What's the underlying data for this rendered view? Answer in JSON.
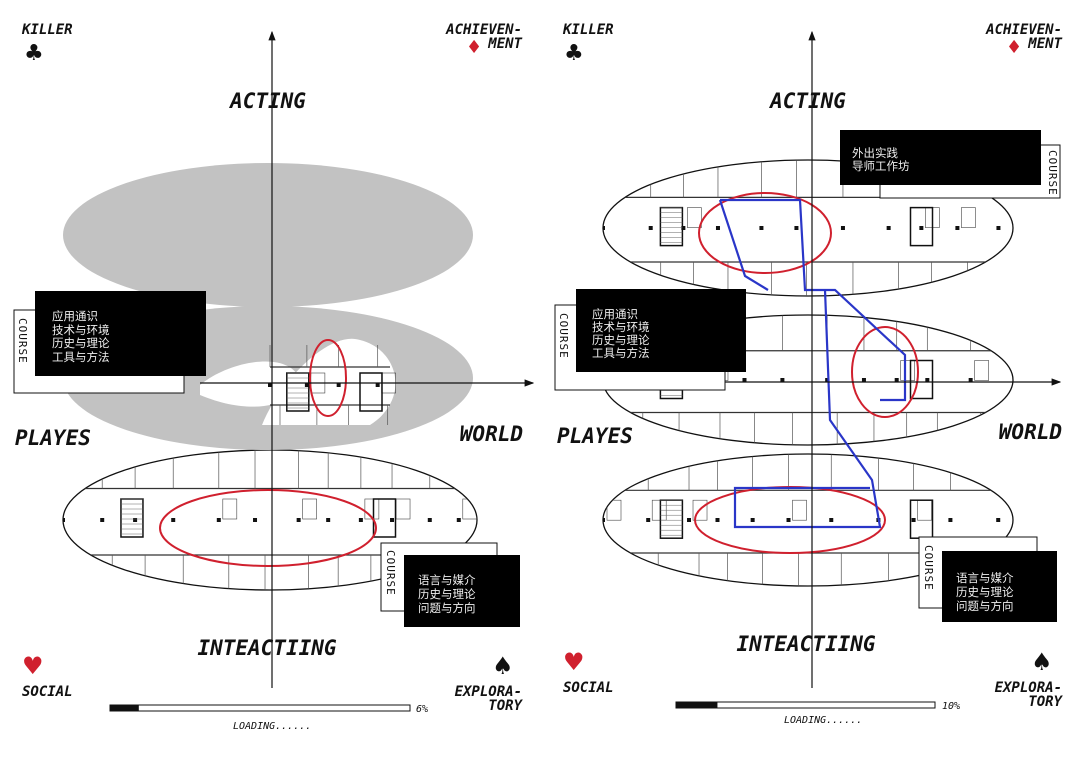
{
  "panels": [
    {
      "corner_labels": {
        "top_left": "KILLER",
        "top_right_1": "ACHIEVEN-",
        "top_right_2": "MENT",
        "bottom_left": "SOCIAL",
        "bottom_right_1": "EXPLORA-",
        "bottom_right_2": "TORY"
      },
      "axis_labels": {
        "top": "ACTING",
        "left": "PLAYES",
        "right": "WORLD",
        "bottom": "INTEACTIING"
      },
      "course_boxes": [
        {
          "tag": "COURSE",
          "lines": [
            "应用通识",
            "技术与环境",
            "历史与理论",
            "工具与方法"
          ]
        },
        {
          "tag": "COURSE",
          "lines": [
            "语言与媒介",
            "历史与理论",
            "问题与方向"
          ]
        }
      ],
      "loading": {
        "label": "LOADING......",
        "percent_text": "6%",
        "percent": 6
      }
    },
    {
      "corner_labels": {
        "top_left": "KILLER",
        "top_right_1": "ACHIEVEN-",
        "top_right_2": "MENT",
        "bottom_left": "SOCIAL",
        "bottom_right_1": "EXPLORA-",
        "bottom_right_2": "TORY"
      },
      "axis_labels": {
        "top": "ACTING",
        "left": "PLAYES",
        "right": "WORLD",
        "bottom": "INTEACTIING"
      },
      "course_boxes": [
        {
          "tag": "COURSE",
          "lines": [
            "应用通识",
            "技术与环境",
            "历史与理论",
            "工具与方法"
          ]
        },
        {
          "tag": "COURSE",
          "lines": [
            "语言与媒介",
            "历史与理论",
            "问题与方向"
          ]
        },
        {
          "tag": "COURSE",
          "lines": [
            "外出实践",
            "导师工作坊"
          ]
        }
      ],
      "loading": {
        "label": "LOADING......",
        "percent_text": "10%",
        "percent": 10
      }
    }
  ],
  "colors": {
    "highlight_red": "#d0202e",
    "path_blue": "#2a36c8",
    "mask_gray": "#c2c2c2",
    "suit_red": "#d0202e"
  }
}
